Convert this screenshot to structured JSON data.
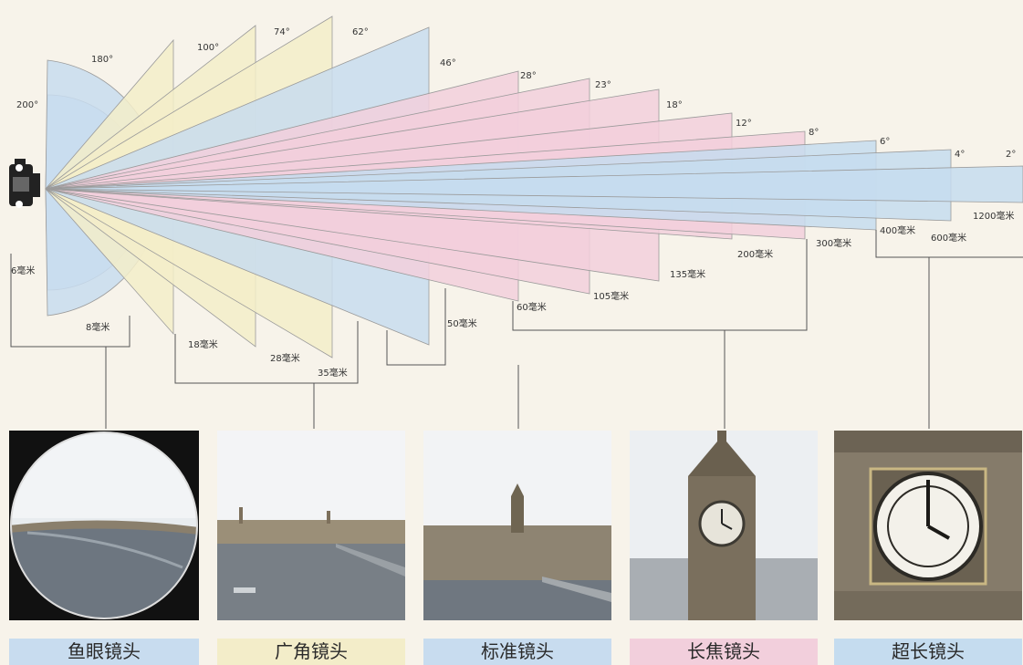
{
  "colors": {
    "fisheye": "#c8dcef",
    "wide": "#f3edc9",
    "standard": "#c8dcef",
    "tele": "#f2cfdc",
    "super": "#c5dcef",
    "background": "#f7f3ea"
  },
  "icons": {
    "camera": "camera-icon"
  },
  "lenses": [
    {
      "angle": "200°",
      "focal": "6毫米",
      "category": "fisheye",
      "deg": 200
    },
    {
      "angle": "180°",
      "focal": "8毫米",
      "category": "fisheye",
      "deg": 180
    },
    {
      "angle": "100°",
      "focal": "18毫米",
      "category": "wide",
      "deg": 100
    },
    {
      "angle": "74°",
      "focal": "28毫米",
      "category": "wide",
      "deg": 74
    },
    {
      "angle": "62°",
      "focal": "35毫米",
      "category": "wide",
      "deg": 62
    },
    {
      "angle": "46°",
      "focal": "50毫米",
      "category": "standard",
      "deg": 46
    },
    {
      "angle": "28°",
      "focal": "60毫米",
      "category": "tele",
      "deg": 28
    },
    {
      "angle": "23°",
      "focal": "105毫米",
      "category": "tele",
      "deg": 23
    },
    {
      "angle": "18°",
      "focal": "135毫米",
      "category": "tele",
      "deg": 18
    },
    {
      "angle": "12°",
      "focal": "200毫米",
      "category": "tele",
      "deg": 12
    },
    {
      "angle": "8°",
      "focal": "300毫米",
      "category": "tele",
      "deg": 8
    },
    {
      "angle": "6°",
      "focal": "400毫米",
      "category": "super",
      "deg": 6
    },
    {
      "angle": "4°",
      "focal": "600毫米",
      "category": "super",
      "deg": 4
    },
    {
      "angle": "2°",
      "focal": "1200毫米",
      "category": "super",
      "deg": 2
    }
  ],
  "categories": [
    {
      "label": "鱼眼镜头",
      "key": "fisheye"
    },
    {
      "label": "广角镜头",
      "key": "wide"
    },
    {
      "label": "标准镜头",
      "key": "standard"
    },
    {
      "label": "长焦镜头",
      "key": "tele"
    },
    {
      "label": "超长镜头",
      "key": "super"
    }
  ]
}
